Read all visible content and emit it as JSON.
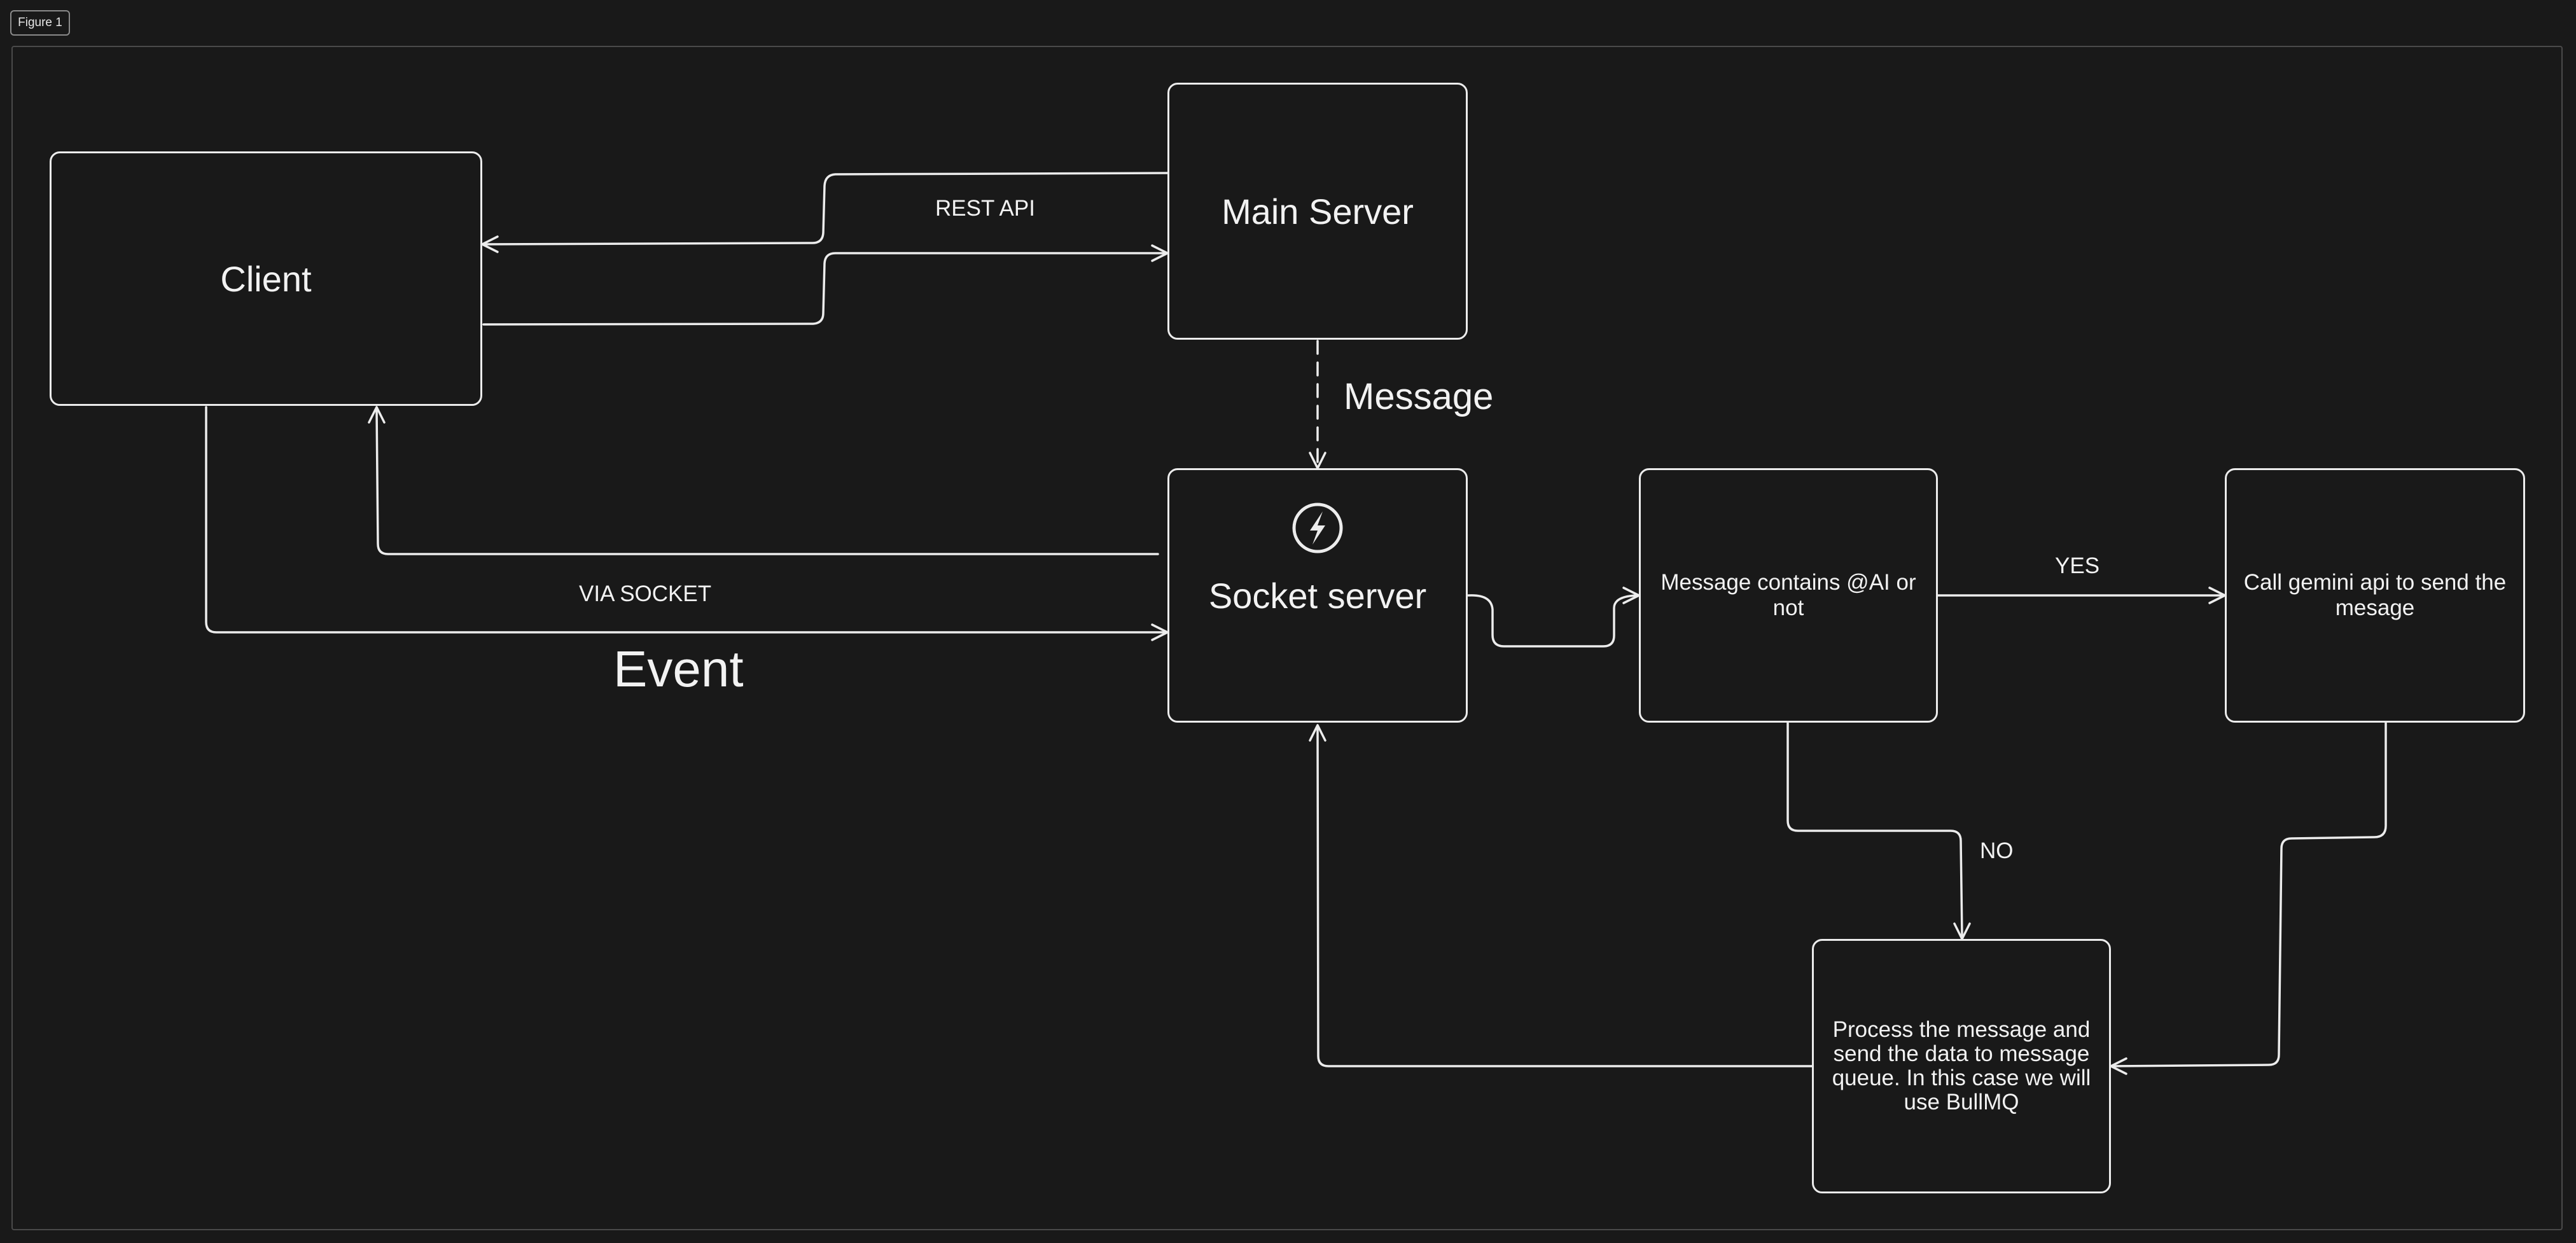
{
  "figure_tag": "Figure 1",
  "nodes": {
    "client": "Client",
    "main_server": "Main Server",
    "socket_server": "Socket server",
    "ai_check": "Message contains @AI or not",
    "gemini": "Call gemini api to send the mesage",
    "process": "Process the message and send the data to message queue. In this case we will use BullMQ"
  },
  "edge_labels": {
    "rest_api": "REST API",
    "message": "Message",
    "via_socket": "VIA SOCKET",
    "event": "Event",
    "yes": "YES",
    "no": "NO"
  },
  "colors": {
    "background": "#191919",
    "stroke": "#ececec",
    "text": "#f2f2f2"
  },
  "icons": {
    "socket_server": "socketio-icon"
  }
}
